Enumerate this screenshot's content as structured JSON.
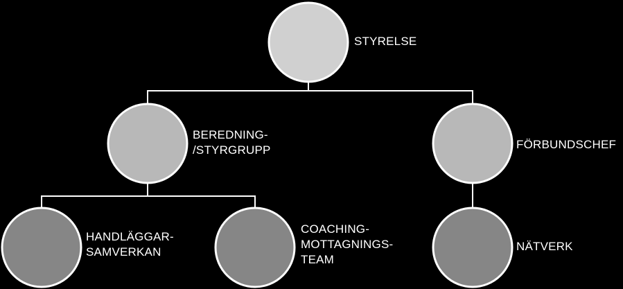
{
  "diagram": {
    "type": "org-chart",
    "colors": {
      "background": "#000000",
      "connector": "#ffffff",
      "circle_outline": "#ffffff",
      "level1": "#d0d0d0",
      "level2": "#b8b8b8",
      "level3": "#868686",
      "text": "#ffffff"
    },
    "nodes": [
      {
        "id": "styrelse",
        "level": 1,
        "lines": [
          "STYRELSE"
        ]
      },
      {
        "id": "beredning",
        "level": 2,
        "parent": "styrelse",
        "lines": [
          "BEREDNING-",
          "/STYRGRUPP"
        ]
      },
      {
        "id": "forbundschef",
        "level": 2,
        "parent": "styrelse",
        "lines": [
          "FÖRBUNDSCHEF"
        ]
      },
      {
        "id": "handlaggar",
        "level": 3,
        "parent": "beredning",
        "lines": [
          "HANDLÄGGAR-",
          "SAMVERKAN"
        ]
      },
      {
        "id": "coaching",
        "level": 3,
        "parent": "beredning",
        "lines": [
          "COACHING-",
          "MOTTAGNINGS-",
          "TEAM"
        ]
      },
      {
        "id": "natverk",
        "level": 3,
        "parent": "forbundschef",
        "lines": [
          "NÄTVERK"
        ]
      }
    ]
  }
}
